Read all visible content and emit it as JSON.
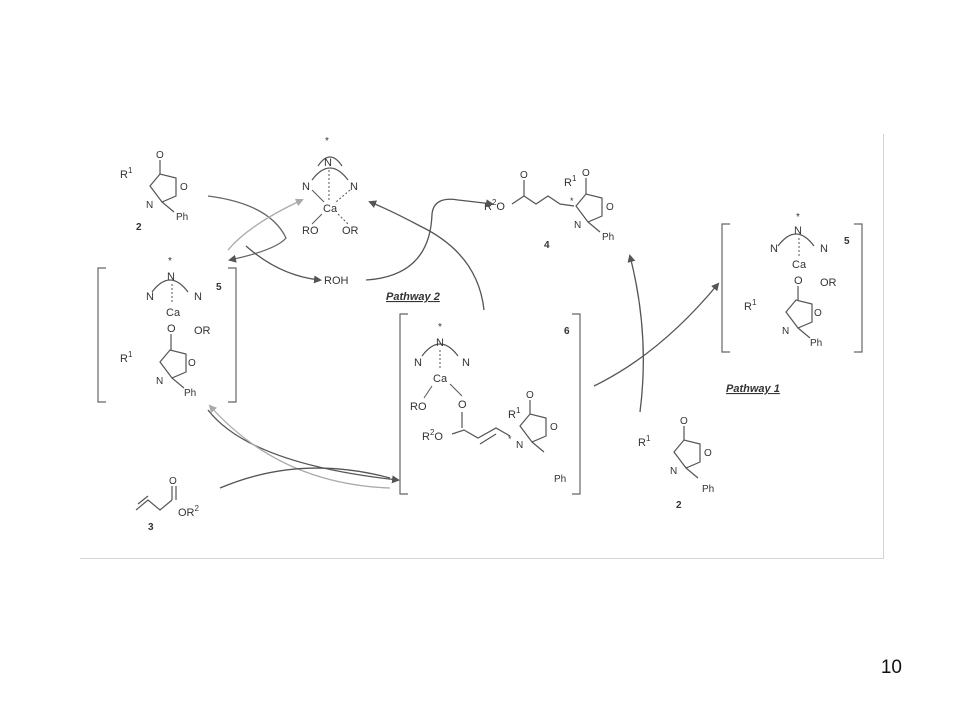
{
  "page_number": "10",
  "atoms": {
    "N": "N",
    "N_star": "*",
    "Ca": "Ca",
    "O": "O",
    "RO": "RO",
    "OR": "OR",
    "R1": "R",
    "sup1": "1",
    "R2": "R",
    "sup2": "2",
    "Ph": "Ph",
    "ROH": "ROH",
    "OR2": "OR",
    "R2O": "R",
    "star": "*"
  },
  "compounds": {
    "c2": "2",
    "c3": "3",
    "c4": "4",
    "c5": "5",
    "c6": "6"
  },
  "pathways": {
    "p1_word": "Pathway",
    "p1_num": "1",
    "p2_word": "Pathway",
    "p2_num": "2"
  }
}
